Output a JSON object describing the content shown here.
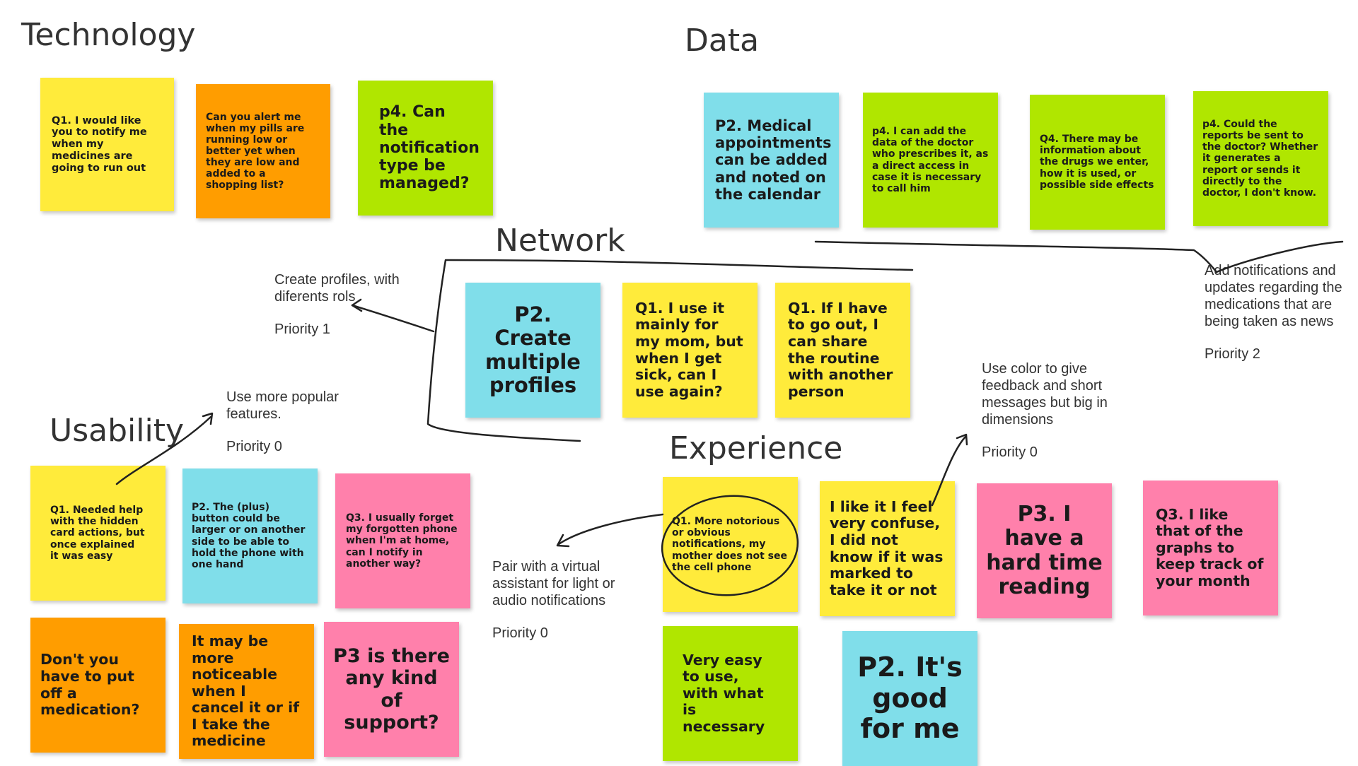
{
  "colors": {
    "yellow": "#ffeb3b",
    "orange": "#ff9d00",
    "green": "#b0e600",
    "cyan": "#80deea",
    "pink": "#ff80ab"
  },
  "sections": {
    "technology": "Technology",
    "data": "Data",
    "network": "Network",
    "usability": "Usability",
    "experience": "Experience"
  },
  "stickies": {
    "tech_q1": "Q1. I would like you to notify me when my medicines are going to run out",
    "tech_alert": "Can you alert me when my pills are running low or better yet when they are low and added to a shopping list?",
    "tech_p4": "p4. Can the notification type be managed?",
    "data_p2": "P2. Medical appointments can be added and noted on the calendar",
    "data_p4_doctor": "p4. I can add the data of the doctor who prescribes it, as a direct access in case it is necessary to call him",
    "data_q4": "Q4. There may be information about the drugs we enter, how it is used, or possible side effects",
    "data_p4_reports": "p4. Could the reports be sent to the doctor? Whether it generates a report or sends it directly to the doctor, I don't know.",
    "net_p2": "P2. Create multiple profiles",
    "net_q1_mom": "Q1. I use it mainly for my mom, but when I get sick, can I use again?",
    "net_q1_share": "Q1. If I have to go out, I can share the routine with another person",
    "us_q1": "Q1. Needed help with the hidden card actions, but once explained it was easy",
    "us_p2": "P2. The (plus) button could be larger or on another side to be able to hold the phone with one hand",
    "us_q3": "Q3. I usually forget my forgotten phone when I'm at home, can I notify in another way?",
    "us_dont": "Don't you have to put off a medication?",
    "us_noticeable": "It may be more noticeable when I cancel it or if I take the medicine",
    "us_p3": "P3 is there any kind of support?",
    "exp_q1": "Q1. More notorious or obvious notifications, my mother does not see the cell phone",
    "exp_confuse": "I like it I feel very confuse, I did not know if it was marked to take it or not",
    "exp_p3": "P3. I have a hard time reading",
    "exp_q3": "Q3. I like that of the graphs to keep track of your month",
    "exp_easy": "Very easy to use, with what is necessary",
    "exp_p2": "P2. It's good for me"
  },
  "notes": {
    "profiles_text": "Create profiles, with diferents rols",
    "profiles_priority": "Priority 1",
    "popular_text": "Use more popular features.",
    "popular_priority": "Priority 0",
    "news_text": "Add notifications and updates regarding the medications that are being taken as news",
    "news_priority": "Priority 2",
    "color_text": "Use color to give feedback and short messages but big in dimensions",
    "color_priority": "Priority 0",
    "assistant_text": "Pair with a virtual assistant for light or audio notifications",
    "assistant_priority": "Priority 0"
  }
}
